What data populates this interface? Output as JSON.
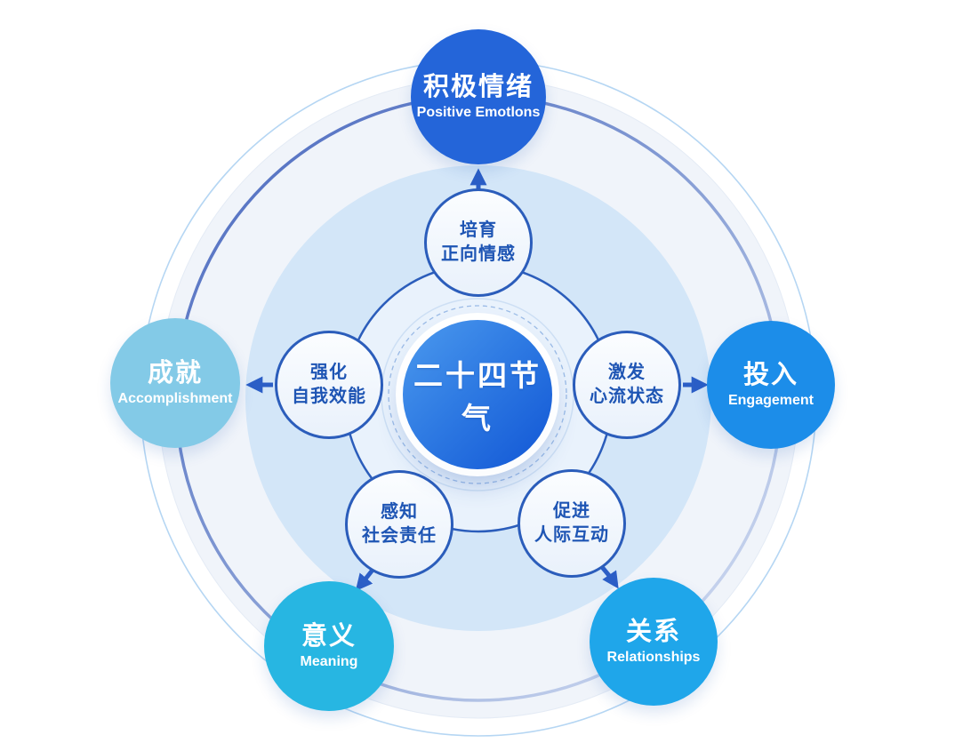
{
  "center": {
    "label": "二十四节气"
  },
  "outer_nodes": [
    {
      "name": "positive-emotions",
      "zh": "积极情绪",
      "en": "Positive Emotlons",
      "color": "#2465D9"
    },
    {
      "name": "engagement",
      "zh": "投入",
      "en": "Engagement",
      "color": "#1C8DE9"
    },
    {
      "name": "relationships",
      "zh": "关系",
      "en": "Relationships",
      "color": "#1FA6EA"
    },
    {
      "name": "meaning",
      "zh": "意义",
      "en": "Meaning",
      "color": "#27B6E2"
    },
    {
      "name": "accomplishment",
      "zh": "成就",
      "en": "Accomplishment",
      "color": "#83CAE7"
    }
  ],
  "inner_nodes": [
    {
      "name": "cultivate-positive-affect",
      "line1": "培育",
      "line2": "正向情感"
    },
    {
      "name": "ignite-flow-state",
      "line1": "激发",
      "line2": "心流状态"
    },
    {
      "name": "promote-interpersonal-interaction",
      "line1": "促进",
      "line2": "人际互动"
    },
    {
      "name": "perceive-social-responsibility",
      "line1": "感知",
      "line2": "社会责任"
    },
    {
      "name": "strengthen-self-efficacy",
      "line1": "强化",
      "line2": "自我效能"
    }
  ],
  "colors": {
    "node_border": "#2B5DBB",
    "node_text": "#1E55B4",
    "arrow": "#2B5EC6",
    "band_fill": "#D3E6F8",
    "inner_disc_fill": "#E9F2FC",
    "outer_thin_ring": "#B5D6F3",
    "orbit_ring_dark": "#4766BE",
    "orbit_ring_light": "#DDE6F6",
    "center_gradient_start": "#4C9AEE",
    "center_gradient_end": "#1156D5"
  }
}
